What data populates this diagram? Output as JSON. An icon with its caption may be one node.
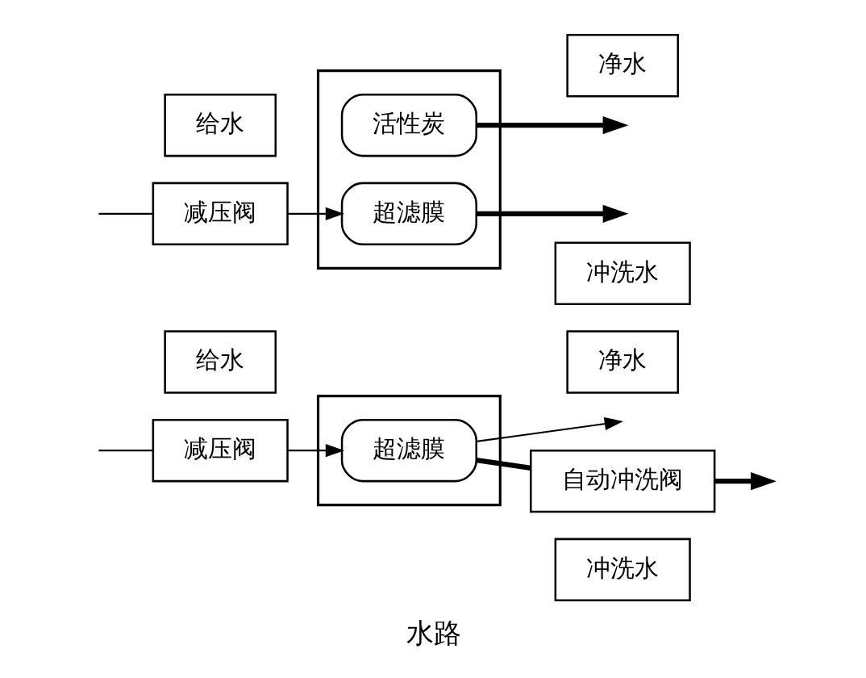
{
  "diagram": {
    "title": "水路",
    "nodes": [
      {
        "text": [
          "给水"
        ]
      },
      {
        "text": [
          "减压阀"
        ]
      },
      {
        "text": [],
        "shape": "box"
      },
      {
        "text": [
          "超滤膜"
        ],
        "in": 2
      },
      {
        "text": [
          "活性炭"
        ],
        "in": 2
      },
      {
        "text": [
          "净水"
        ]
      },
      {
        "text": [
          "冲洗水"
        ]
      },
      {
        "text": [
          "净水"
        ]
      },
      {
        "text": [
          "给水"
        ]
      },
      {
        "text": [
          "减压阀"
        ]
      },
      {
        "text": [],
        "shape": "box"
      },
      {
        "text": [
          "超滤膜"
        ],
        "in": 10
      },
      {
        "text": [
          "自动冲洗阀"
        ]
      },
      {
        "text": [
          "冲洗水"
        ]
      }
    ],
    "edges": [
      {
        "from": null,
        "to": 1,
        "arrow": "none"
      },
      {
        "from": 1,
        "to": 3,
        "arrow": "to"
      },
      {
        "from": 3,
        "to": null,
        "arrow": "to",
        "style": "thick"
      },
      {
        "from": 4,
        "to": null,
        "arrow": "to",
        "style": "thick"
      },
      {
        "from": null,
        "to": 9,
        "arrow": "none"
      },
      {
        "from": 9,
        "to": 11,
        "arrow": "to"
      },
      {
        "from": 11,
        "to": null,
        "arrow": "to"
      },
      {
        "from": 11,
        "to": 12,
        "arrow": "none",
        "style": "thick"
      },
      {
        "from": 12,
        "to": null,
        "arrow": "to",
        "style": "thick"
      }
    ]
  }
}
